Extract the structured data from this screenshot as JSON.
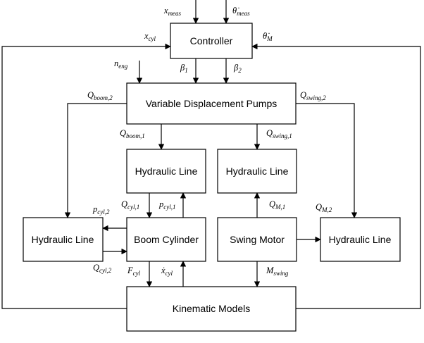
{
  "blocks": {
    "controller": "Controller",
    "pumps": "Variable Displacement Pumps",
    "hyd_line_boom": "Hydraulic Line",
    "hyd_line_swing": "Hydraulic Line",
    "hyd_line_left": "Hydraulic Line",
    "boom_cylinder": "Boom Cylinder",
    "swing_motor": "Swing Motor",
    "hyd_line_right": "Hydraulic Line",
    "kinematic": "Kinematic Models"
  },
  "signals": {
    "x_meas": {
      "main": "x",
      "sub": "meas"
    },
    "thetadot_meas": {
      "main": "θ̇",
      "sub": "meas"
    },
    "x_cyl_fb": {
      "main": "x",
      "sub": "cyl"
    },
    "thetadot_M": {
      "main": "θ̇",
      "sub": "M"
    },
    "n_eng": {
      "main": "n",
      "sub": "eng"
    },
    "beta1": {
      "main": "β",
      "sub": "1"
    },
    "beta2": {
      "main": "β",
      "sub": "2"
    },
    "Q_boom2": {
      "main": "Q",
      "sub": "boom,2"
    },
    "Q_swing2": {
      "main": "Q",
      "sub": "swing,2"
    },
    "Q_boom1": {
      "main": "Q",
      "sub": "boom,1"
    },
    "Q_swing1": {
      "main": "Q",
      "sub": "swing,1"
    },
    "Q_cyl1": {
      "main": "Q",
      "sub": "cyl,1"
    },
    "p_cyl1": {
      "main": "p",
      "sub": "cyl,1"
    },
    "p_cyl2": {
      "main": "p",
      "sub": "cyl,2"
    },
    "Q_cyl2": {
      "main": "Q",
      "sub": "cyl,2"
    },
    "Q_M1": {
      "main": "Q",
      "sub": "M,1"
    },
    "Q_M2": {
      "main": "Q",
      "sub": "M,2"
    },
    "F_cyl": {
      "main": "F",
      "sub": "cyl"
    },
    "xdot_cyl": {
      "main": "ẋ",
      "sub": "cyl"
    },
    "M_swing": {
      "main": "M",
      "sub": "swing"
    }
  }
}
